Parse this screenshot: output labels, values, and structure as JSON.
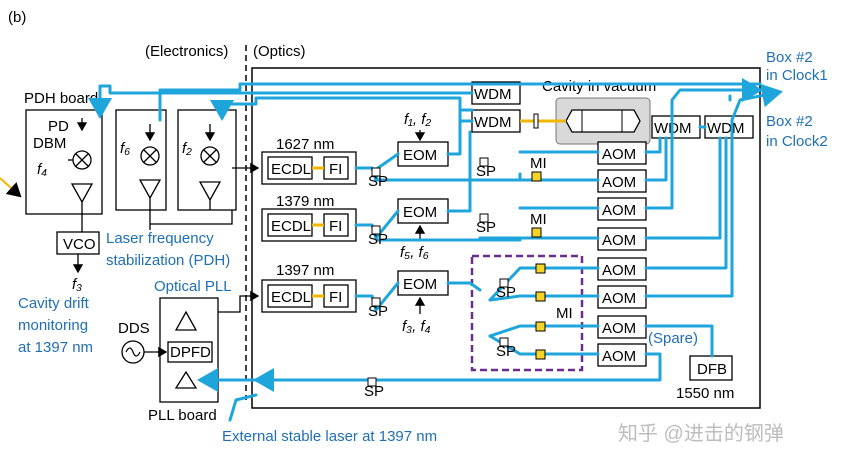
{
  "panel_label": "(b)",
  "section_electronics": "(Electronics)",
  "section_optics": "(Optics)",
  "pdh_board": "PDH board",
  "pd": "PD",
  "dbm": "DBM",
  "f4": "f₄",
  "f6": "f₆",
  "f2": "f₂",
  "vco": "VCO",
  "f3": "f₃",
  "cavity_drift": [
    "Cavity drift",
    "monitoring",
    "at 1397 nm"
  ],
  "laser_freq_stab": [
    "Laser frequency",
    "stabilization (PDH)"
  ],
  "optical_pll": "Optical PLL",
  "dds": "DDS",
  "dpfd": "DPFD",
  "pll_board": "PLL board",
  "external_laser": "External stable laser at 1397 nm",
  "lasers": [
    {
      "wavelength": "1627 nm",
      "ecdl": "ECDL",
      "fi": "FI"
    },
    {
      "wavelength": "1379 nm",
      "ecdl": "ECDL",
      "fi": "FI"
    },
    {
      "wavelength": "1397 nm",
      "ecdl": "ECDL",
      "fi": "FI"
    }
  ],
  "eom": "EOM",
  "eom_freqs": [
    "f₁, f₂",
    "f₅, f₆",
    "f₃, f₄"
  ],
  "sp": "SP",
  "mi": "MI",
  "wdm": "WDM",
  "aom": "AOM",
  "cavity_vacuum": "Cavity in vacuum",
  "box_clock1": [
    "Box #2",
    "in Clock1"
  ],
  "box_clock2": [
    "Box #2",
    "in Clock2"
  ],
  "spare": "(Spare)",
  "dfb": "DFB",
  "dfb_wavelength": "1550 nm",
  "watermark": "知乎 @进击的钢弹",
  "colors": {
    "fiber": "#1ea6dc",
    "free_space": "#f2b600",
    "mi_box": "#f5d327",
    "dashed_box": "#6a2c8e",
    "label_blue": "#1f6fb5"
  }
}
